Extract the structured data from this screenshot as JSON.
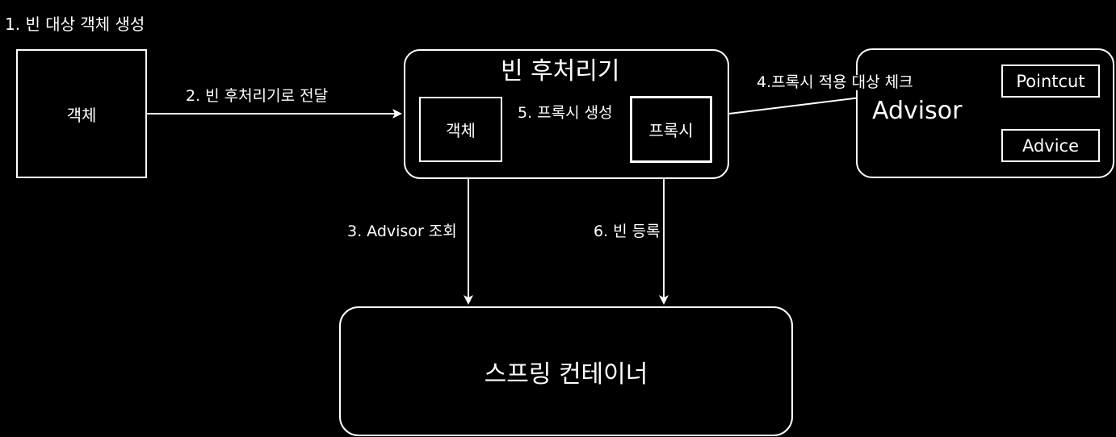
{
  "diagram": {
    "step1_label": "1. 빈 대상 객체 생성",
    "object_box_label": "객체",
    "step2_label": "2. 빈 후처리기로 전달",
    "post_processor": {
      "title": "빈 후처리기",
      "inner_object_label": "객체",
      "step5_label": "5. 프록시 생성",
      "proxy_label": "프록시"
    },
    "step4_label": "4.프록시 적용 대상 체크",
    "advisor": {
      "title": "Advisor",
      "pointcut_label": "Pointcut",
      "advice_label": "Advice"
    },
    "step3_label": "3. Advisor 조회",
    "step6_label": "6. 빈 등록",
    "container_label": "스프링 컨테이너"
  },
  "colors": {
    "background": "#000000",
    "stroke": "#ffffff",
    "text": "#ffffff"
  }
}
